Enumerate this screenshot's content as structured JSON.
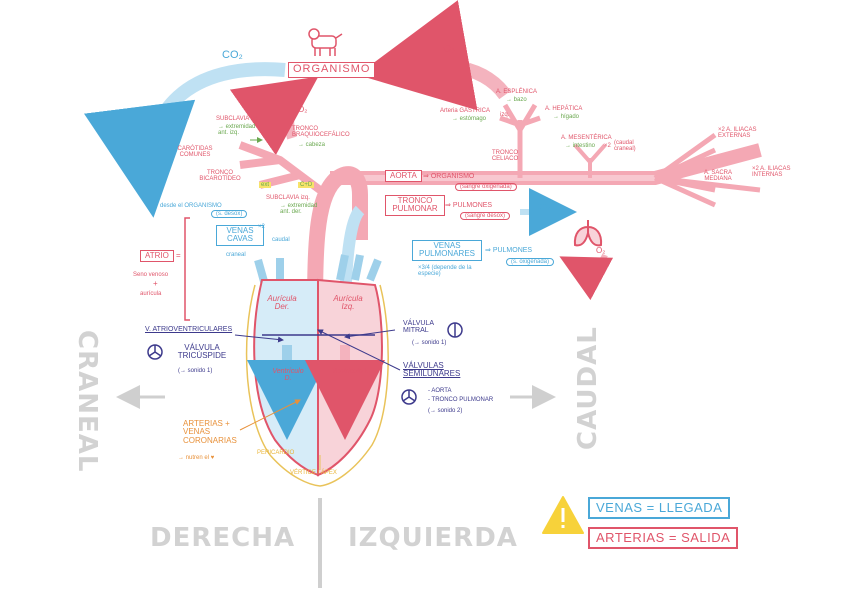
{
  "top": {
    "organismo": "ORGANISMO",
    "co2": "CO₂",
    "o2_right": "O₂",
    "o2_small": "O₂"
  },
  "arteries": {
    "subclavia_der": "SUBCLAVIA der.",
    "subclavia_der_note": "→ extremidad ant. izq.",
    "tronco_braquio": "TRONCO BRAQUIOCEFÁLICO",
    "tronco_braquio_note": "→ cabeza",
    "carotidas": "CARÓTIDAS COMUNES",
    "tronco_bicarotideo": "TRONCO BICAROTÍDEO",
    "ext": "ext",
    "cyd": "C+D",
    "subclavia_izq": "SUBCLAVIA izq.",
    "subclavia_izq_note": "→ extremidad ant. der.",
    "esplenica": "A. ESPLÉNICA",
    "esplenica_note": "→ bazo",
    "gastrica": "Arteria GÁSTRICA",
    "gastrica_note": "→ estómago",
    "gastrica_izq": "izq.",
    "hepatica": "A. HEPÁTICA",
    "hepatica_note": "→ hígado",
    "tronco_celiaco": "TRONCO CELIACO",
    "mesenterica": "A. MESENTÉRICA",
    "mesenterica_note": "→ intestino",
    "mesenterica_x2": "×2",
    "mesenterica_caudal": "(caudal craneal)",
    "iliacas_ext": "×2 A. ILIACAS EXTERNAS",
    "iliacas_int": "×2 A. ILIACAS INTERNAS",
    "sacra": "A. SACRA MEDIANA"
  },
  "vessels": {
    "aorta": "AORTA",
    "aorta_to": "ORGANISMO",
    "aorta_note": "(sangre oxigenada)",
    "tronco_pulmonar": "TRONCO PULMONAR",
    "tp_to": "PULMONES",
    "tp_note": "(sangre desox)",
    "co2_small": "CO₂",
    "o2_lungs": "O₂",
    "desde_organismo": "desde el ORGANISMO",
    "desde_note": "(s. desox)",
    "venas_cavas": "VENAS CAVAS",
    "cavas_x2": "×2",
    "craneal_small": "craneal",
    "caudal_small": "caudal",
    "venas_pulmonares": "VENAS PULMONARES",
    "vp_to": "PULMONES",
    "vp_note": "(s. oxigenada)",
    "vp_count": "×3/4 (depende de la especie)"
  },
  "atrio": {
    "label": "ATRIO",
    "eq": "=",
    "seno": "Seno venoso",
    "plus": "+",
    "auricula": "aurícula"
  },
  "heart": {
    "auricula_der": "Aurícula Der.",
    "auricula_izq": "Aurícula Izq.",
    "ventriculo_d": "Ventrículo D.",
    "ventriculo_i": "Ventrículo I.",
    "pericardio": "PERICARDIO",
    "vertice": "VÉRTICE / ÁPEX"
  },
  "valves": {
    "v_atrio": "V. ATRIOVENTRICULARES",
    "tricuspide": "VÁLVULA TRICÚSPIDE",
    "tricuspide_note": "(→ sonido 1)",
    "mitral": "VÁLVULA MITRAL",
    "mitral_note": "(→ sonido 1)",
    "semilunares": "VÁLVULAS SEMILUNARES",
    "sem_aorta": "- AORTA",
    "sem_tp": "- TRONCO PULMONAR",
    "sem_note": "(→ sonido 2)"
  },
  "coronarias": {
    "label": "ARTERIAS + VENAS CORONARIAS",
    "note": "→ nutren el ♥"
  },
  "orientation": {
    "craneal": "CRANEAL",
    "caudal": "CAUDAL",
    "derecha": "DERECHA",
    "izquierda": "IZQUIERDA"
  },
  "legend": {
    "venas": "VENAS = LLEGADA",
    "arterias": "ARTERIAS = SALIDA"
  },
  "colors": {
    "red": "#e0556a",
    "blue": "#4aa8d8",
    "green": "#6aa84f",
    "purple": "#3d3a8c",
    "orange": "#e8913a",
    "gray": "#cfcfcf",
    "warning": "#f7d23a"
  },
  "icons": [
    "dog-icon",
    "lungs-icon",
    "warning-icon",
    "valve-icon"
  ]
}
